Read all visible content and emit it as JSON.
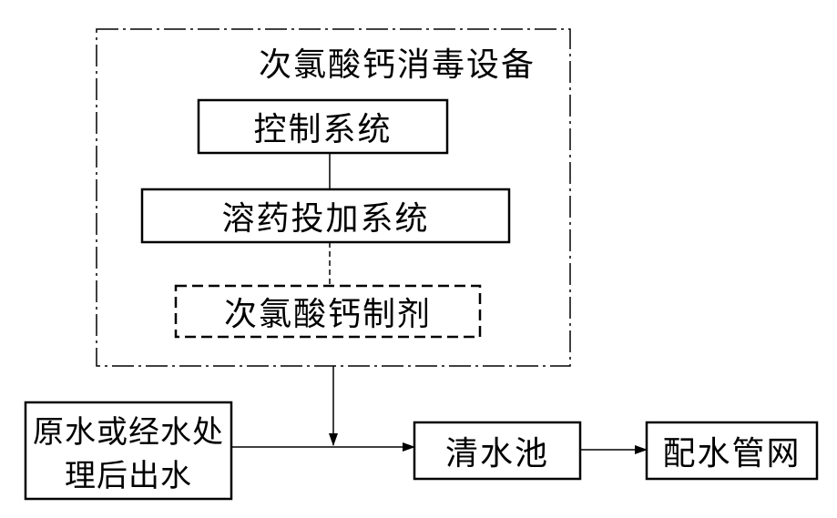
{
  "diagram": {
    "equipment_title": "次氯酸钙消毒设备",
    "control_system": "控制系统",
    "dosing_system": "溶药投加系统",
    "reagent": "次氯酸钙制剂",
    "source_water": [
      "原水或经水处",
      "理后出水"
    ],
    "clear_water_tank": "清水池",
    "distribution_network": "配水管网"
  },
  "colors": {
    "line": "#000000",
    "background": "#ffffff"
  }
}
